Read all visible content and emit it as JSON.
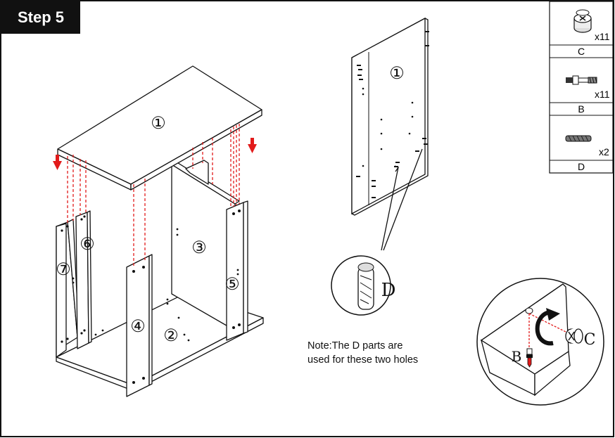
{
  "step": {
    "title": "Step 5"
  },
  "panels": {
    "top": "①",
    "bottom": "②",
    "back": "③",
    "divider_left": "④",
    "side_right": "⑤",
    "side_left_inner": "⑥",
    "side_left_outer": "⑦",
    "top_detail": "①"
  },
  "parts": [
    {
      "letter": "C",
      "qty": "x11"
    },
    {
      "letter": "B",
      "qty": "x11"
    },
    {
      "letter": "D",
      "qty": "x2"
    }
  ],
  "callouts": {
    "dowel_letter": "D",
    "cam_letter": "C",
    "bolt_letter": "B"
  },
  "note": {
    "line1": "Note:The D parts are",
    "line2": "used for these two holes"
  },
  "colors": {
    "arrow": "#e21b1b",
    "ink": "#111111",
    "badge": "#111111"
  }
}
